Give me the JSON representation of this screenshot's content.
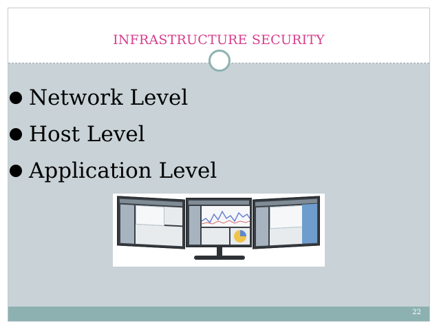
{
  "slide": {
    "title": "INFRASTRUCTURE SECURITY",
    "page_number": "22"
  },
  "bullets": [
    {
      "text": "Network Level"
    },
    {
      "text": "Host Level"
    },
    {
      "text": "Application Level"
    }
  ],
  "colors": {
    "title": "#d63e8c",
    "content_background": "#c8d2d7",
    "footer_bar": "#8db1b0",
    "ring": "#8db1b0",
    "bullet_text": "#000000"
  },
  "image": {
    "icon": "triple-monitor-dashboard"
  }
}
